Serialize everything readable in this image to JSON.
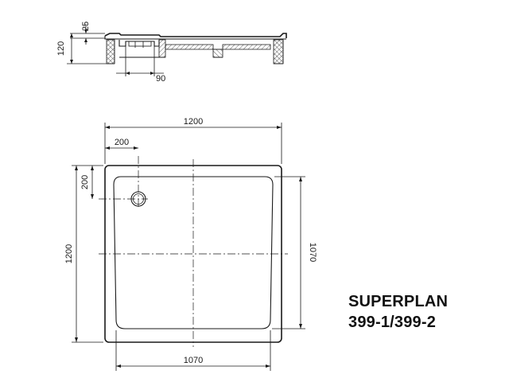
{
  "product": {
    "name": "SUPERPLAN",
    "models": "399-1/399-2"
  },
  "dimensions": {
    "section_rim": "25",
    "section_height": "120",
    "section_drain_offset": "90",
    "overall_width": "1200",
    "overall_depth": "1200",
    "drain_offset_x": "200",
    "drain_offset_y": "200",
    "inner_width": "1070",
    "inner_depth": "1070"
  }
}
